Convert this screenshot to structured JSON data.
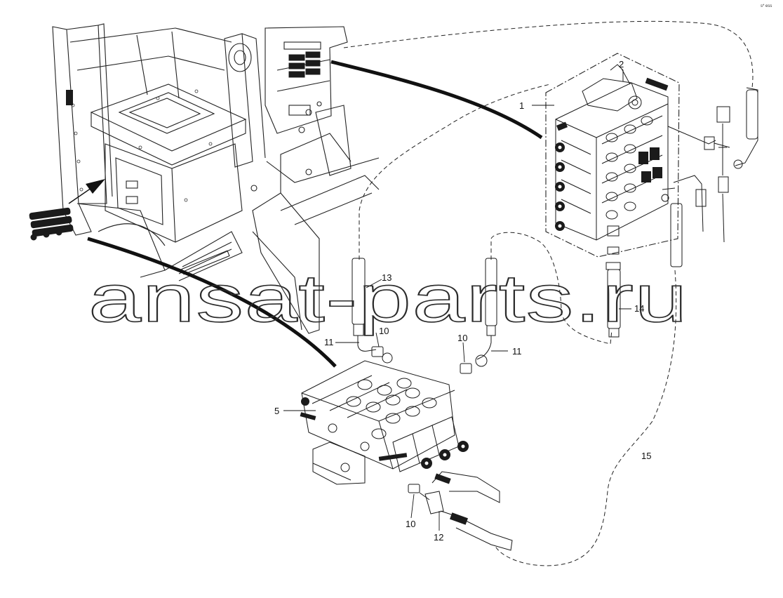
{
  "corner_code": "s* ess",
  "watermark": "ansat-parts.ru",
  "callouts": [
    {
      "id": "c1",
      "label": "1"
    },
    {
      "id": "c2",
      "label": "2"
    },
    {
      "id": "c5",
      "label": "5"
    },
    {
      "id": "c10a",
      "label": "10"
    },
    {
      "id": "c10b",
      "label": "10"
    },
    {
      "id": "c10c",
      "label": "10"
    },
    {
      "id": "c11a",
      "label": "11"
    },
    {
      "id": "c11b",
      "label": "11"
    },
    {
      "id": "c12",
      "label": "12"
    },
    {
      "id": "c13",
      "label": "13"
    },
    {
      "id": "c14",
      "label": "14"
    },
    {
      "id": "c15",
      "label": "15"
    }
  ],
  "colors": {
    "line": "#1a1a1a",
    "paper": "#ffffff",
    "fill_dark": "#1b1b1b"
  }
}
